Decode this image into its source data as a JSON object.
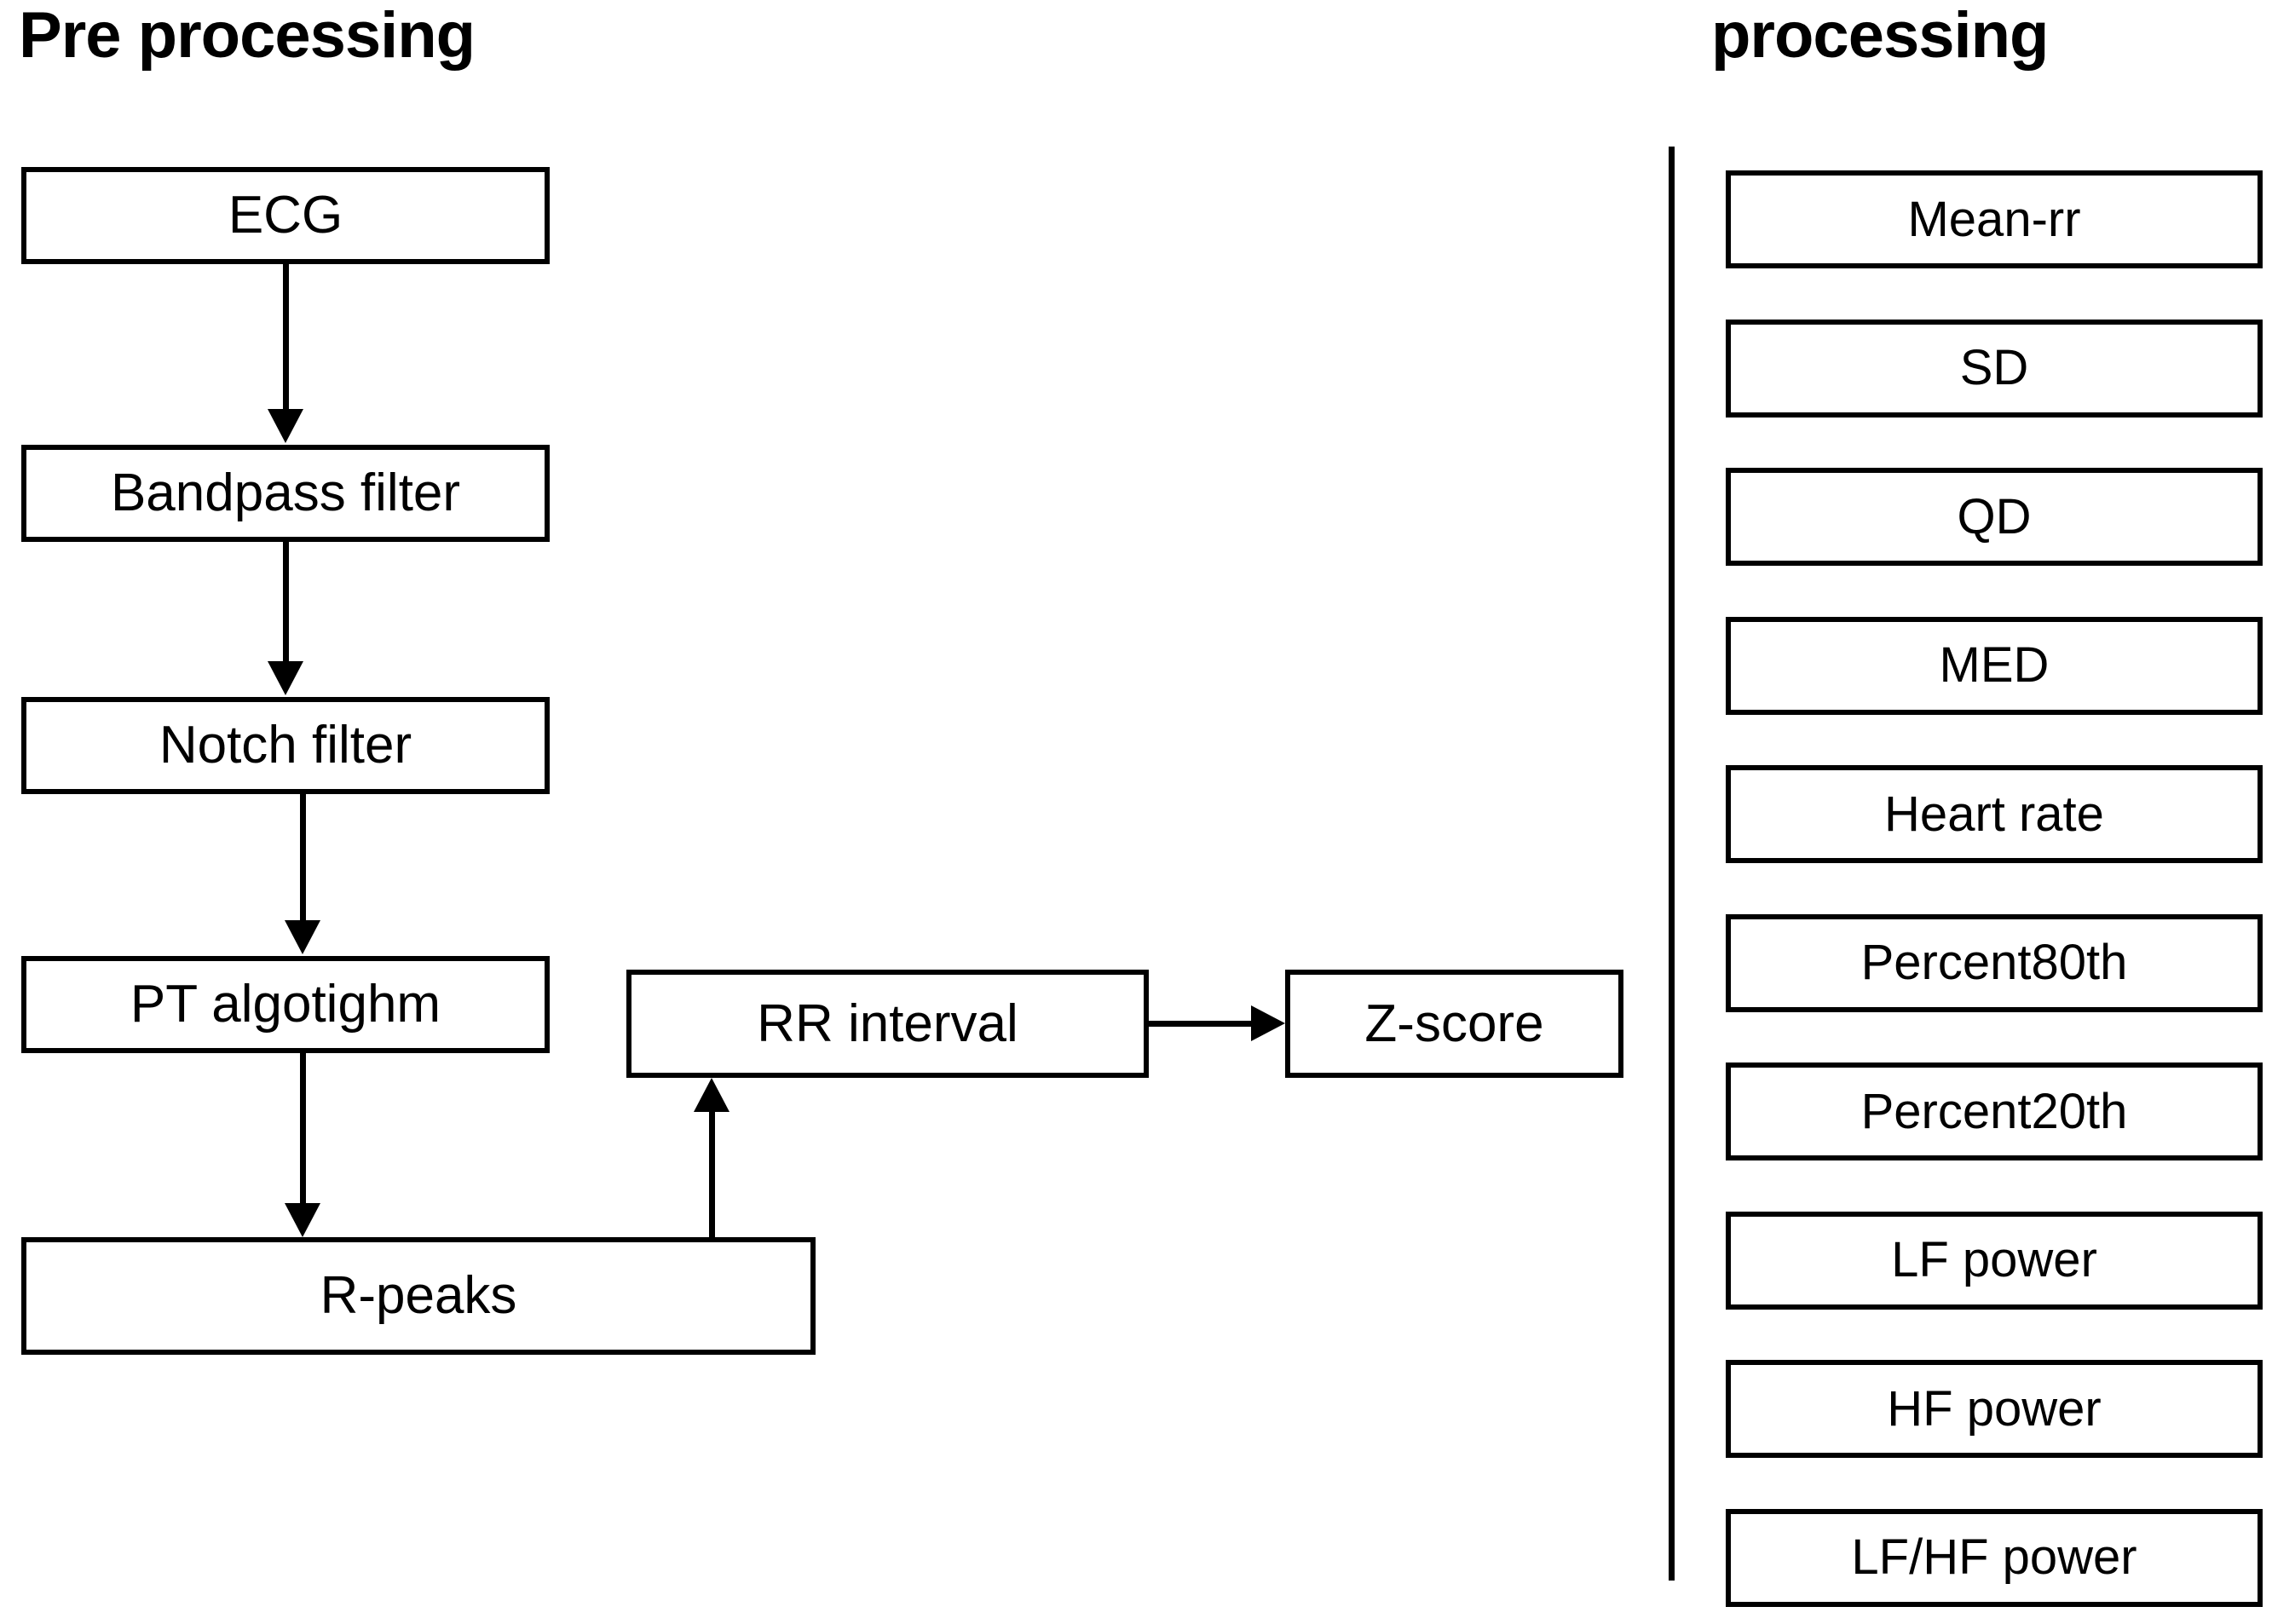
{
  "sections": {
    "left_title": "Pre processing",
    "right_title": "processing"
  },
  "pipeline": {
    "nodes": [
      {
        "id": "ecg",
        "label": "ECG"
      },
      {
        "id": "bandpass",
        "label": "Bandpass filter"
      },
      {
        "id": "notch",
        "label": "Notch filter"
      },
      {
        "id": "pt",
        "label": "PT algotighm"
      },
      {
        "id": "rpeaks",
        "label": "R-peaks"
      },
      {
        "id": "rr",
        "label": "RR interval"
      },
      {
        "id": "zscore",
        "label": "Z-score"
      }
    ],
    "edges": [
      {
        "from": "ecg",
        "to": "bandpass",
        "direction": "down"
      },
      {
        "from": "bandpass",
        "to": "notch",
        "direction": "down"
      },
      {
        "from": "notch",
        "to": "pt",
        "direction": "down"
      },
      {
        "from": "pt",
        "to": "rpeaks",
        "direction": "down"
      },
      {
        "from": "rpeaks",
        "to": "rr",
        "direction": "up"
      },
      {
        "from": "rr",
        "to": "zscore",
        "direction": "right"
      }
    ]
  },
  "features": {
    "items": [
      {
        "label": "Mean-rr"
      },
      {
        "label": "SD"
      },
      {
        "label": "QD"
      },
      {
        "label": "MED"
      },
      {
        "label": "Heart rate"
      },
      {
        "label": "Percent80th"
      },
      {
        "label": "Percent20th"
      },
      {
        "label": "LF power"
      },
      {
        "label": "HF power"
      },
      {
        "label": "LF/HF power"
      }
    ]
  },
  "colors": {
    "stroke": "#000000",
    "background": "#ffffff",
    "text": "#000000"
  }
}
